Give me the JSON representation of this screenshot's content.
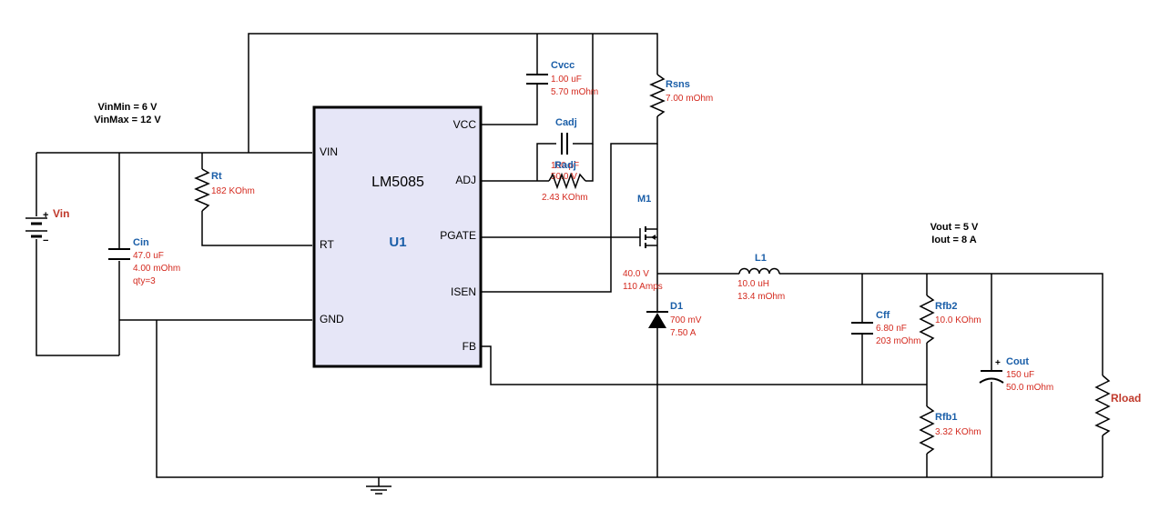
{
  "ic": {
    "part": "LM5085",
    "ref": "U1",
    "pins": {
      "vcc": "VCC",
      "vin": "VIN",
      "adj": "ADJ",
      "pgate": "PGATE",
      "rt": "RT",
      "isen": "ISEN",
      "gnd": "GND",
      "fb": "FB"
    }
  },
  "notes": {
    "vin_min": "VinMin = 6 V",
    "vin_max": "VinMax = 12 V",
    "vout": "Vout = 5 V",
    "iout": "Iout = 8 A"
  },
  "components": {
    "vin": {
      "name": "Vin"
    },
    "cin": {
      "name": "Cin",
      "v1": "47.0 uF",
      "v2": "4.00 mOhm",
      "v3": "qty=3"
    },
    "rt": {
      "name": "Rt",
      "v1": "182 KOhm"
    },
    "cvcc": {
      "name": "Cvcc",
      "v1": "1.00 uF",
      "v2": "5.70 mOhm"
    },
    "cadj": {
      "name": "Cadj",
      "v1": "100 pF",
      "v2": "50.0 V"
    },
    "radj": {
      "name": "Radj",
      "v1": "2.43 KOhm"
    },
    "rsns": {
      "name": "Rsns",
      "v1": "7.00 mOhm"
    },
    "m1": {
      "name": "M1",
      "v1": "40.0 V",
      "v2": "110 Amps"
    },
    "d1": {
      "name": "D1",
      "v1": "700 mV",
      "v2": "7.50 A"
    },
    "l1": {
      "name": "L1",
      "v1": "10.0 uH",
      "v2": "13.4 mOhm"
    },
    "cff": {
      "name": "Cff",
      "v1": "6.80 nF",
      "v2": "203 mOhm"
    },
    "rfb2": {
      "name": "Rfb2",
      "v1": "10.0 KOhm"
    },
    "rfb1": {
      "name": "Rfb1",
      "v1": "3.32 KOhm"
    },
    "cout": {
      "name": "Cout",
      "v1": "150 uF",
      "v2": "50.0 mOhm"
    },
    "rload": {
      "name": "Rload"
    }
  }
}
